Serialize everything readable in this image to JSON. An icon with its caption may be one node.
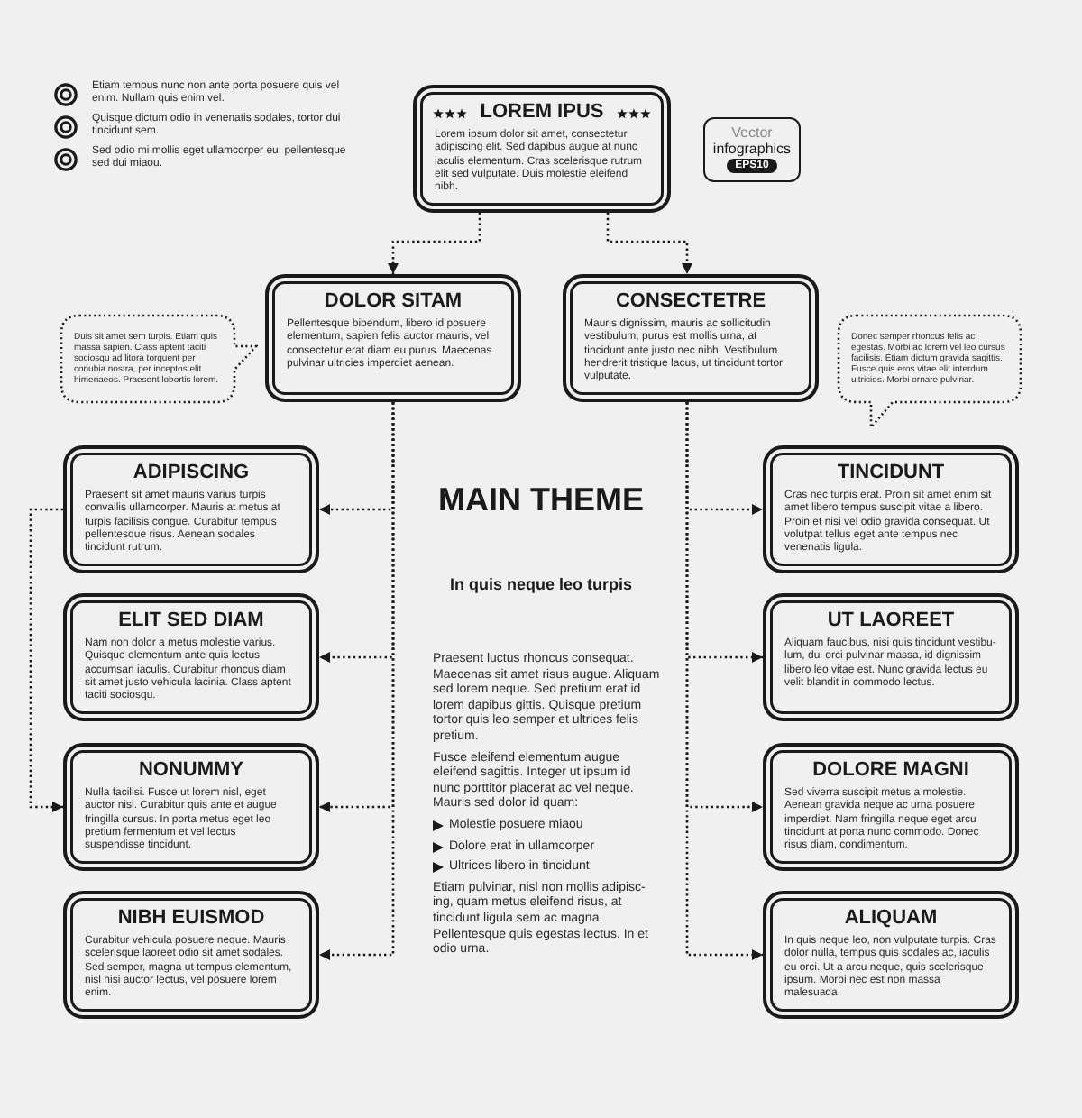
{
  "diagram": {
    "nodes": [
      {
        "text": [
          "LOREM IPUS",
          "Lorem ipsum dolor sit amet, consectetur adipiscing elit. Sed dapibus augue at nunc iaculis elementum. Cras scelerisque rutrum elit sed vulputate. Duis molestie eleifend nibh."
        ]
      },
      {
        "text": [
          "Vector",
          "infographics",
          "EPS10"
        ]
      },
      {
        "text": [
          "Duis sit amet sem turpis. Etiam quis massa sapien. Class aptent taciti sociosqu ad litora torquent per conubia nostra, per inceptos elit himenaeos. Praesent lobortis lorem."
        ]
      },
      {
        "text": [
          "DOLOR SITAM",
          "Pellentesque bibendum, libero id posuere elementum, sapien felis auctor mauris, vel consectetur erat diam eu purus. Maecenas pulvinar ultricies imperdiet aenean."
        ]
      },
      {
        "text": [
          "CONSECTETRE",
          "Mauris dignissim, mauris ac sollicitudin vestibulum, purus est mollis urna, at tincidunt ante justo nec nibh. Vestibulum hendrerit tristique lacus, ut tincidunt tortor vulputate."
        ]
      },
      {
        "text": [
          "Donec semper rhoncus felis ac egestas. Morbi ac lorem vel leo cursus facilisis. Etiam dictum gravida sagittis. Fusce quis eros vitae elit interdum ultricies. Morbi ornare pulvinar."
        ]
      },
      {
        "text": [
          "ADIPISCING",
          "Praesent sit amet mauris varius turpis convallis ullamcorper. Mauris at metus at turpis facilisis congue. Curabitur tempus pellentesque risus. Aenean sodales tincidunt rutrum."
        ]
      },
      {
        "text": [
          "TINCIDUNT",
          "Cras nec turpis erat. Proin sit amet enim sit amet libero tempus suscipit vitae a libero. Proin et nisi vel odio gravida consequat. Ut volutpat tellus eget ante tempus nec venenatis ligula."
        ]
      },
      {
        "text": [
          "ELIT SED DIAM",
          "Nam non dolor a metus molestie varius. Quisque elementum ante quis lectus accumsan iaculis. Curabitur rhoncus diam sit amet justo vehicula lacinia. Class aptent taciti sociosqu."
        ]
      },
      {
        "text": [
          "UT LAOREET",
          "Aliquam faucibus, nisi quis tincidunt vestibu-lum, dui orci pulvinar massa, id dignissim libero leo vitae est. Nunc gravida lectus eu velit blandit in commodo lectus."
        ]
      },
      {
        "text": [
          "NONUMMY",
          "Nulla facilisi. Fusce ut lorem nisl, eget auctor nisl. Curabitur quis ante et augue fringilla cursus. In porta metus eget leo pretium fermentum et vel lectus suspendisse tincidunt."
        ]
      },
      {
        "text": [
          "DOLORE MAGNI",
          "Sed viverra suscipit metus a molestie. Aenean gravida neque ac urna posuere imperdiet. Nam fringilla neque eget arcu tincidunt at porta nunc commodo. Donec risus diam, condimentum."
        ]
      },
      {
        "text": [
          "NIBH EUISMOD",
          "Curabitur vehicula posuere neque. Mauris scelerisque laoreet odio sit amet sodales. Sed semper, magna ut tempus elementum, nisl nisi auctor lectus, vel posuere lorem enim."
        ]
      },
      {
        "text": [
          "ALIQUAM",
          "In quis neque leo, non vulputate turpis. Cras dolor nulla, tempus quis sodales ac, iaculis eu orci. Ut a arcu neque, quis scelerisque ipsum. Morbi nec est non massa malesuada."
        ]
      }
    ],
    "edges": [
      {
        "from": 0,
        "to": 3,
        "arrow": "to"
      },
      {
        "from": 0,
        "to": 4,
        "arrow": "to"
      },
      {
        "from": 3,
        "to": 6,
        "arrow": "to"
      },
      {
        "from": 3,
        "to": 8,
        "arrow": "to"
      },
      {
        "from": 3,
        "to": 10,
        "arrow": "to"
      },
      {
        "from": 3,
        "to": 12,
        "arrow": "to"
      },
      {
        "from": 4,
        "to": 7,
        "arrow": "to"
      },
      {
        "from": 4,
        "to": 9,
        "arrow": "to"
      },
      {
        "from": 4,
        "to": 11,
        "arrow": "to"
      },
      {
        "from": 4,
        "to": 13,
        "arrow": "to"
      },
      {
        "from": 6,
        "to": 10,
        "arrow": "to"
      }
    ],
    "labels": [
      "MAIN THEME",
      "In quis neque leo turpis",
      "Praesent luctus rhoncus consequat. Maecenas sit amet risus augue. Aliquam sed lorem neque. Sed pretium erat id lorem dapibus gittis. Quisque pretium tortor quis leo semper et ultrices felis pretium.",
      "Fusce eleifend elementum augue eleifend sagittis. Integer ut ipsum id nunc porttitor placerat ac vel neque. Mauris sed dolor id quam:",
      "Molestie posuere miaou",
      "Dolore erat in ullamcorper",
      "Ultrices libero in tincidunt",
      "Etiam pulvinar, nisl non mollis adipisc-ing, quam metus eleifend risus, at tincidunt ligula sem ac magna. Pellentesque quis egestas lectus. In et odio urna."
    ],
    "legend": [
      {
        "text": "Etiam tempus nunc non ante porta posuere quis vel enim. Nullam quis enim vel."
      },
      {
        "text": "Quisque dictum odio in venenatis sodales, tortor dui tincidunt sem."
      },
      {
        "text": "Sed odio mi mollis eget ullamcorper eu, pellentesque sed dui miaou."
      }
    ]
  }
}
